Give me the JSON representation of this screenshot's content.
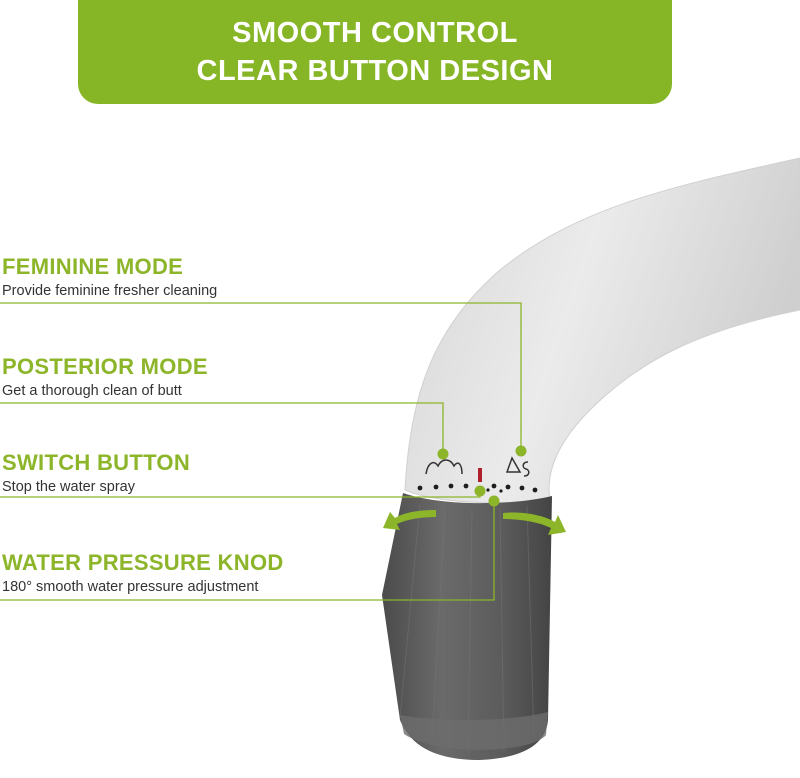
{
  "banner": {
    "line1": "SMOOTH CONTROL",
    "line2": "CLEAR BUTTON DESIGN"
  },
  "colors": {
    "accent": "#8cb52a",
    "banner": "#86b525",
    "body": "#e3e3e3",
    "knob": "#5d5d5d",
    "indicator": "#b0202a"
  },
  "features": [
    {
      "title": "FEMININE MODE",
      "desc": "Provide feminine fresher cleaning"
    },
    {
      "title": "POSTERIOR MODE",
      "desc": "Get a thorough clean of butt"
    },
    {
      "title": "SWITCH BUTTON",
      "desc": "Stop the water spray"
    },
    {
      "title": "WATER PRESSURE KNOD",
      "desc": "180° smooth water pressure adjustment"
    }
  ]
}
